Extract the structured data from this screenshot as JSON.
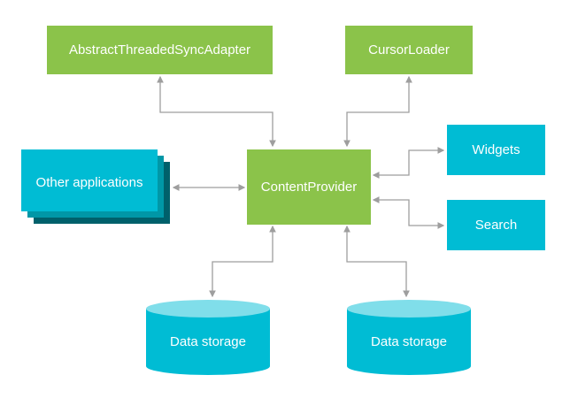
{
  "colors": {
    "green": "#8bc34a",
    "cyan": "#00bcd4",
    "cyan_dark": "#0097a7",
    "teal_darkest": "#00606b",
    "cylinder_top": "#80deea",
    "connector": "#9e9e9e",
    "text": "#ffffff"
  },
  "nodes": {
    "sync_adapter": {
      "label": "AbstractThreadedSyncAdapter"
    },
    "cursor_loader": {
      "label": "CursorLoader"
    },
    "content_provider": {
      "label": "ContentProvider"
    },
    "other_apps": {
      "label": "Other applications"
    },
    "widgets": {
      "label": "Widgets"
    },
    "search": {
      "label": "Search"
    },
    "storage_left": {
      "label": "Data storage"
    },
    "storage_right": {
      "label": "Data storage"
    }
  }
}
